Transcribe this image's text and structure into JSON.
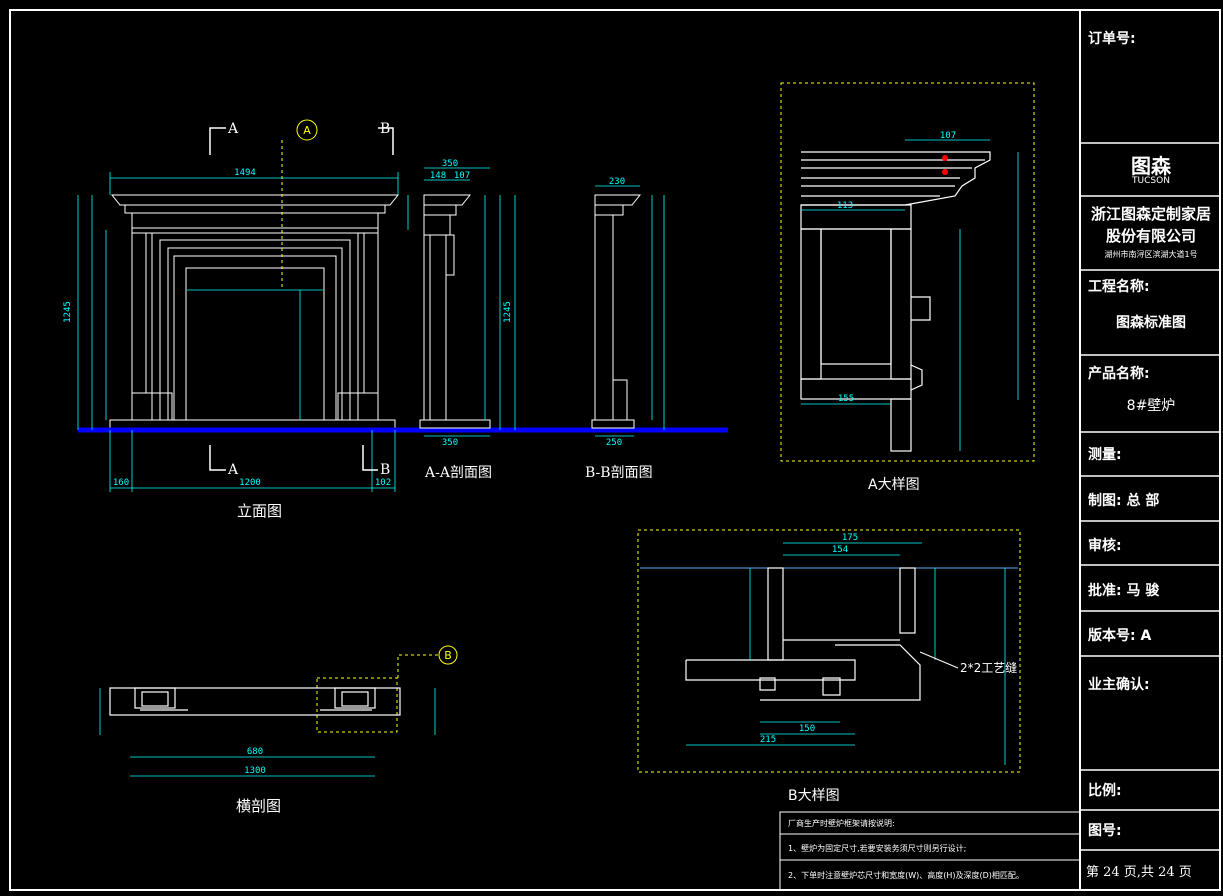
{
  "title_block": {
    "order_no_label": "订单号:",
    "logo_cn": "图森",
    "logo_en": "TUCSON",
    "company_line1": "浙江图森定制家居",
    "company_line2": "股份有限公司",
    "company_address": "湖州市南浔区滨湖大道1号",
    "project_label": "工程名称:",
    "project_value": "图森标准图",
    "product_label": "产品名称:",
    "product_value": "8#壁炉",
    "survey_label": "测量:",
    "drafter_label": "制图: 总 部",
    "review_label": "审核:",
    "approve_label": "批准: 马 骏",
    "version_label": "版本号: A",
    "owner_label": "业主确认:",
    "scale_label": "比例:",
    "drawing_no_label": "图号:",
    "page_label": "第 24 页,共 24 页"
  },
  "views": {
    "elevation": "立面图",
    "section_aa": "A-A剖面图",
    "section_bb": "B-B剖面图",
    "detail_a": "A大样图",
    "detail_b": "B大样图",
    "plan": "横剖图"
  },
  "markers": {
    "a": "A",
    "b": "B",
    "circle_a": "A",
    "circle_b": "B",
    "seam": "2*2工艺缝"
  },
  "notes": {
    "title": "厂商生产时壁炉框架请按说明:",
    "line1": "1、壁炉为固定尺寸,若要安装务须尺寸则另行设计;",
    "line2": "2、下单时注意壁炉芯尺寸和宽度(W)、高度(H)及深度(D)相匹配。"
  },
  "dimensions": {
    "elev_width": "1494",
    "elev_height": "1245",
    "elev_inner": "1200",
    "elev_left": "160",
    "elev_right": "102",
    "aa_depth": "350",
    "aa_top1": "148",
    "aa_top2": "107",
    "bb_top": "230",
    "bb_base": "250",
    "plan_total": "1300",
    "plan_mid": "680",
    "detail_a_top": "107",
    "detail_a_mid": "113",
    "detail_a_low": "155",
    "detail_b_top": "175",
    "detail_b_top2": "154",
    "detail_b_low": "215",
    "detail_b_mid": "150"
  },
  "colors": {
    "background": "#000000",
    "line": "#ffffff",
    "dimension": "#00ffff",
    "detail_frame": "#ffff00",
    "ground": "#0000ff",
    "mark": "#ff0000"
  }
}
